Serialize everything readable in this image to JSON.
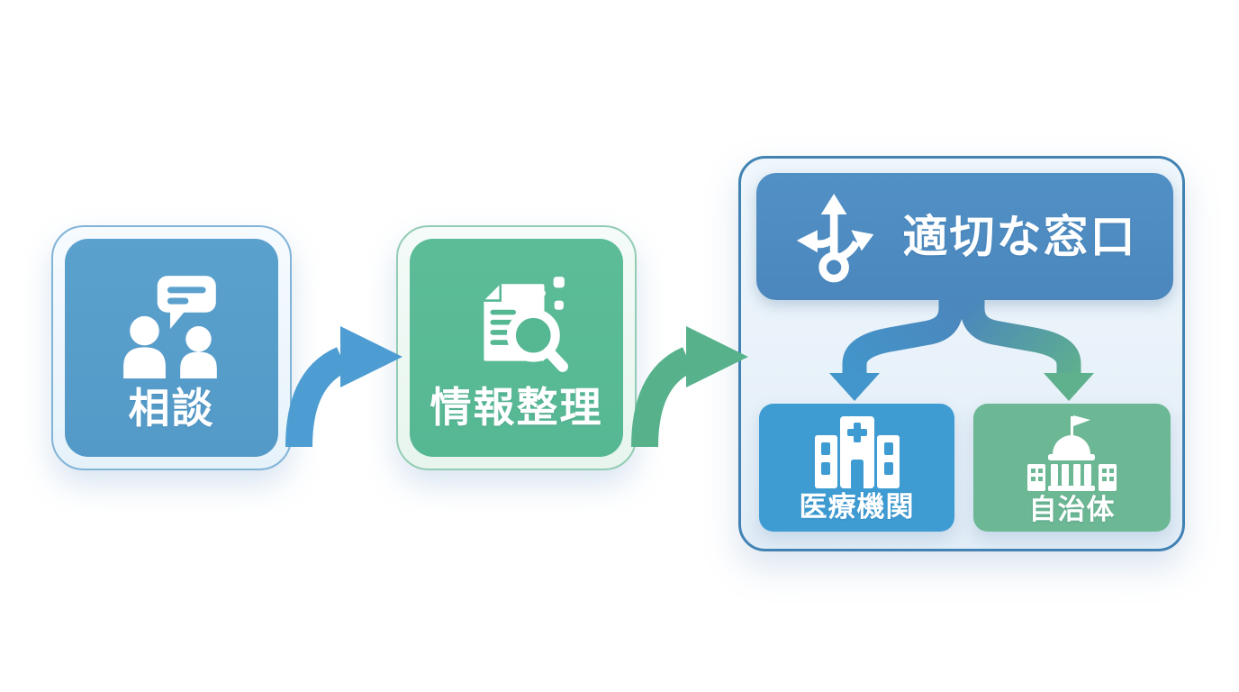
{
  "diagram": {
    "type": "flowchart",
    "language": "ja",
    "steps": [
      {
        "id": "consultation",
        "label": "相談",
        "icon": "people-chat-icon",
        "fill": "#5ba1cd"
      },
      {
        "id": "organize-info",
        "label": "情報整理",
        "icon": "document-search-icon",
        "fill": "#56b893"
      }
    ],
    "destination_group": {
      "header": {
        "label": "適切な窓口",
        "icon": "branch-arrows-icon",
        "fill": "#4b87bd"
      },
      "children": [
        {
          "id": "medical",
          "label": "医療機関",
          "icon": "hospital-icon",
          "fill": "#3e9cd3"
        },
        {
          "id": "municipality",
          "label": "自治体",
          "icon": "government-icon",
          "fill": "#6cb794"
        }
      ]
    },
    "connections": [
      {
        "from": "consultation",
        "to": "organize-info",
        "style": "curved-right-arrow",
        "color": "#4d9dd2"
      },
      {
        "from": "organize-info",
        "to": "destination_group",
        "style": "curved-right-arrow",
        "color": "#57b28c"
      },
      {
        "from": "適切な窓口",
        "to": "医療機関",
        "style": "branch-down-arrow",
        "color": "#4a8bc0"
      },
      {
        "from": "適切な窓口",
        "to": "自治体",
        "style": "branch-down-arrow",
        "color": "#5fb08d"
      }
    ]
  },
  "colors": {
    "consult-blue": "#5ba1cd",
    "organize-green": "#56b893",
    "header-blue": "#4b87bd",
    "medical-blue": "#3e9cd3",
    "municipal-green": "#6cb794",
    "group-border": "#4283b4",
    "arrow-blue": "#4d9dd2",
    "arrow-green": "#57b28c",
    "group-bg": "#e9f2fa",
    "page-bg": "#ffffff"
  }
}
